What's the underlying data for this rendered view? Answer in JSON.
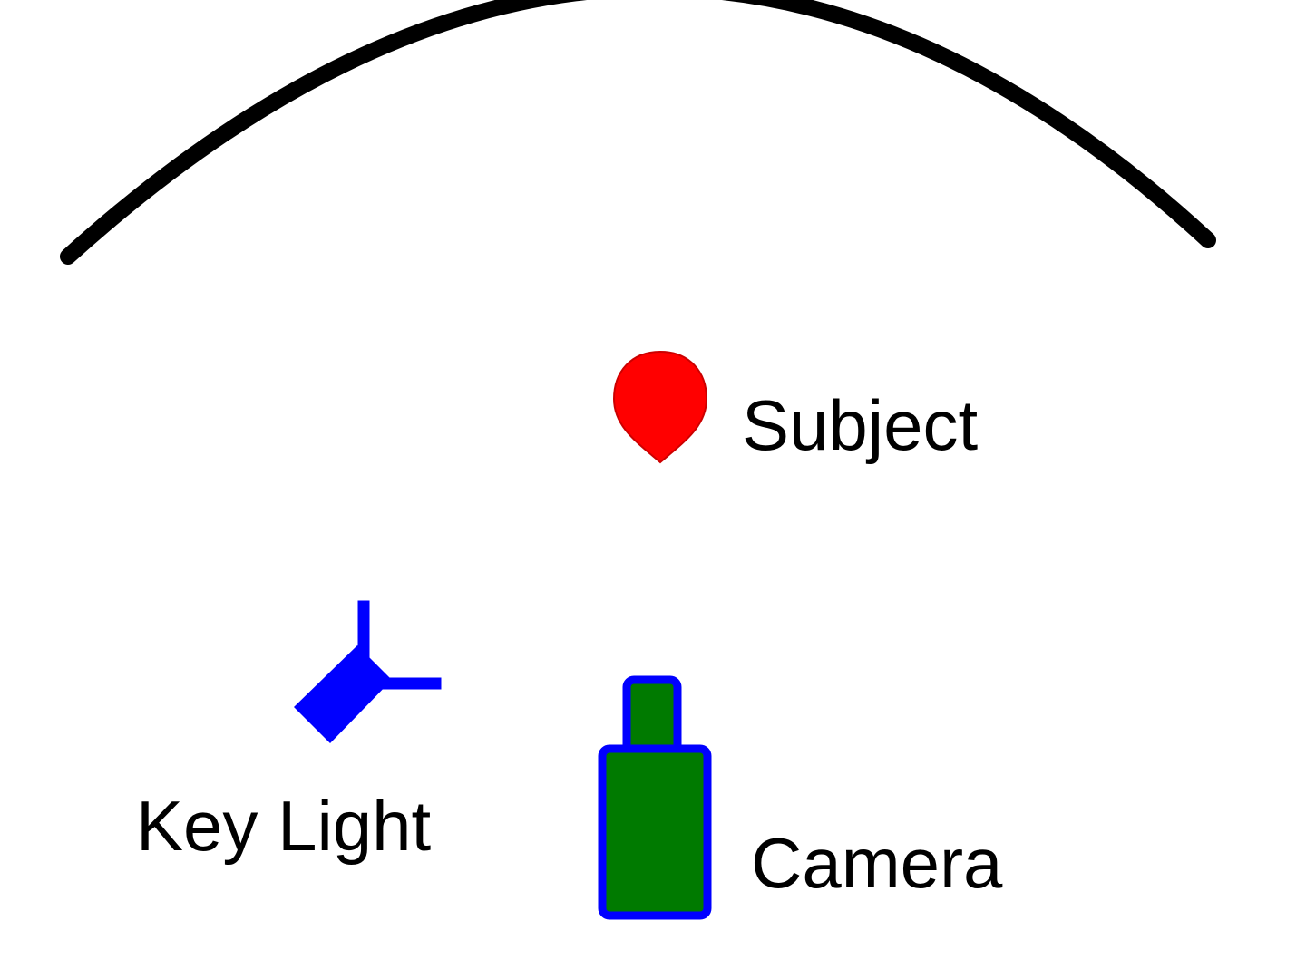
{
  "diagram": {
    "labels": {
      "subject": "Subject",
      "key_light": "Key Light",
      "camera": "Camera"
    },
    "colors": {
      "background": "#ffffff",
      "backdrop_stroke": "#000000",
      "subject_fill": "#ff0000",
      "key_light_fill": "#0000ff",
      "camera_fill": "#007a00",
      "camera_stroke": "#0000ff",
      "text": "#000000"
    },
    "icons": {
      "backdrop": "backdrop-arc",
      "subject": "subject-marker-icon",
      "key_light": "key-light-icon",
      "camera": "camera-icon"
    }
  }
}
